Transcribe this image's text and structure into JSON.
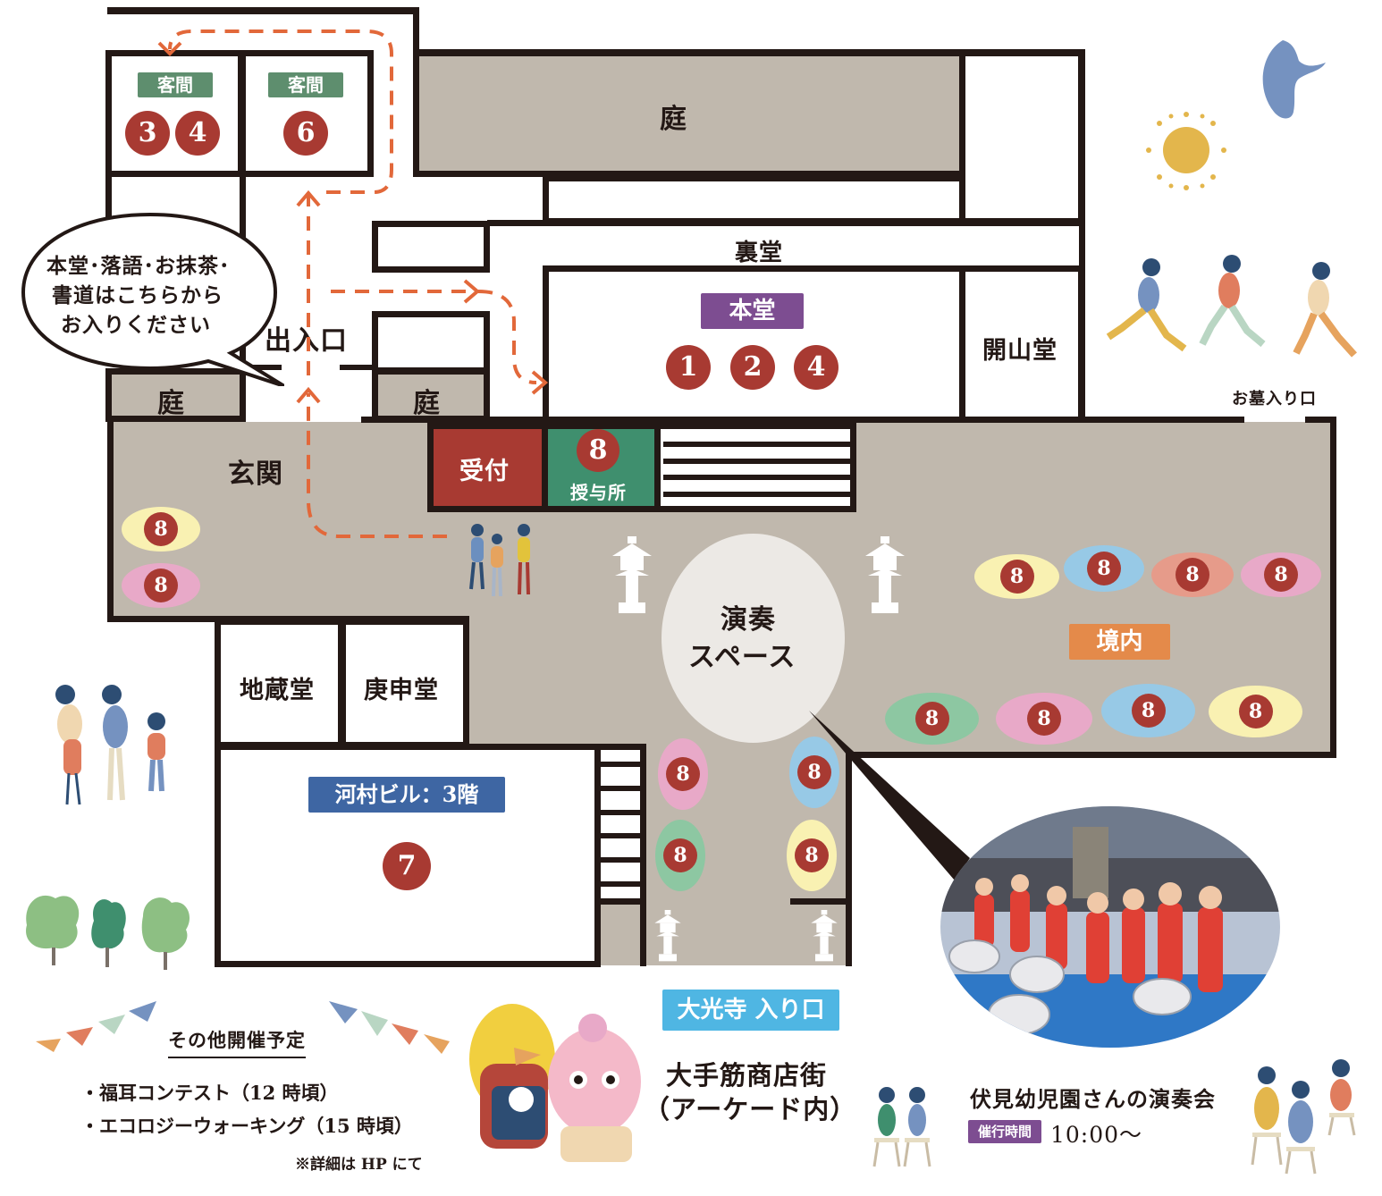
{
  "rooms": {
    "guest1": {
      "label": "客間",
      "numbers": [
        "3",
        "4"
      ]
    },
    "guest2": {
      "label": "客間",
      "numbers": [
        "6"
      ]
    },
    "garden_top": "庭",
    "uradou": "裏堂",
    "hondou": {
      "label": "本堂",
      "numbers": [
        "1",
        "2",
        "4"
      ]
    },
    "kaizandou": "開山堂",
    "entrance": "出入口",
    "garden_left": "庭",
    "garden_mid": "庭",
    "genkan": "玄関",
    "uketsuke": "受付",
    "juyosho": {
      "label": "授与所",
      "number": "8"
    },
    "jizoudou": "地蔵堂",
    "koushindou": "庚申堂",
    "kawamura": {
      "label": "河村ビル：3階",
      "number": "7"
    },
    "performance_space": [
      "演奏",
      "スペース"
    ],
    "keidai": "境内",
    "grave_entrance": "お墓入り口",
    "temple_entrance": "大光寺 入り口"
  },
  "callout_lines": [
    "本堂･落語･お抹茶･",
    "書道はこちらから",
    "お入りください"
  ],
  "stall_number": "8",
  "shopping_street": [
    "大手筋商店街",
    "（アーケード内）"
  ],
  "other_events": {
    "title": "その他開催予定",
    "items": [
      "・福耳コンテスト（12 時頃）",
      "・エコロジーウォーキング（15 時頃）"
    ],
    "note": "※詳細は HP にて"
  },
  "concert": {
    "title": "伏見幼児園さんの演奏会",
    "time_label": "催行時間",
    "time": "10:00～"
  },
  "colors": {
    "floor": "#c0b8ad",
    "wall": "#231815",
    "number_circle": "#a83a32",
    "guest_tag": "#5e8e6e",
    "hondou_tag": "#7d4d91",
    "uketsuke": "#a83a32",
    "juyosho": "#3f8f6e",
    "kawamura_tag": "#3e66a3",
    "keidai_tag": "#e48a4a",
    "entrance_tag": "#4fb6e3",
    "route": "#e2683a",
    "stall_yellow": "#f9f1b2",
    "stall_pink": "#e8a9c8",
    "stall_blue": "#97c9e6",
    "stall_salmon": "#e69b8a",
    "stall_green": "#8dc7a2"
  }
}
